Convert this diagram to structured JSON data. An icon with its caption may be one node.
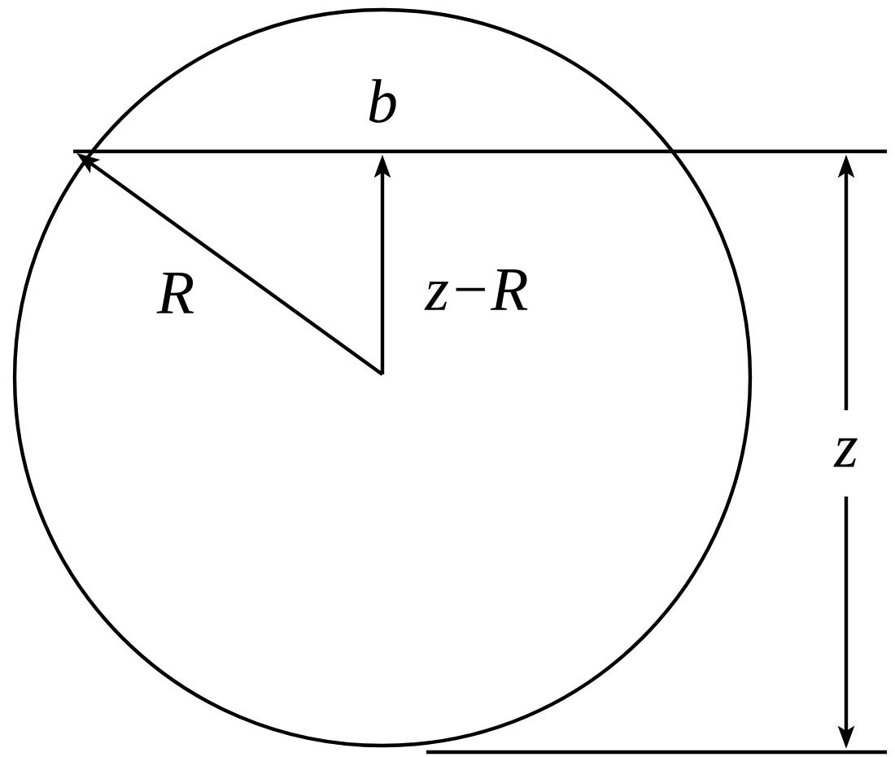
{
  "diagram": {
    "labels": [
      "b",
      "R",
      "z−R",
      "z"
    ]
  }
}
